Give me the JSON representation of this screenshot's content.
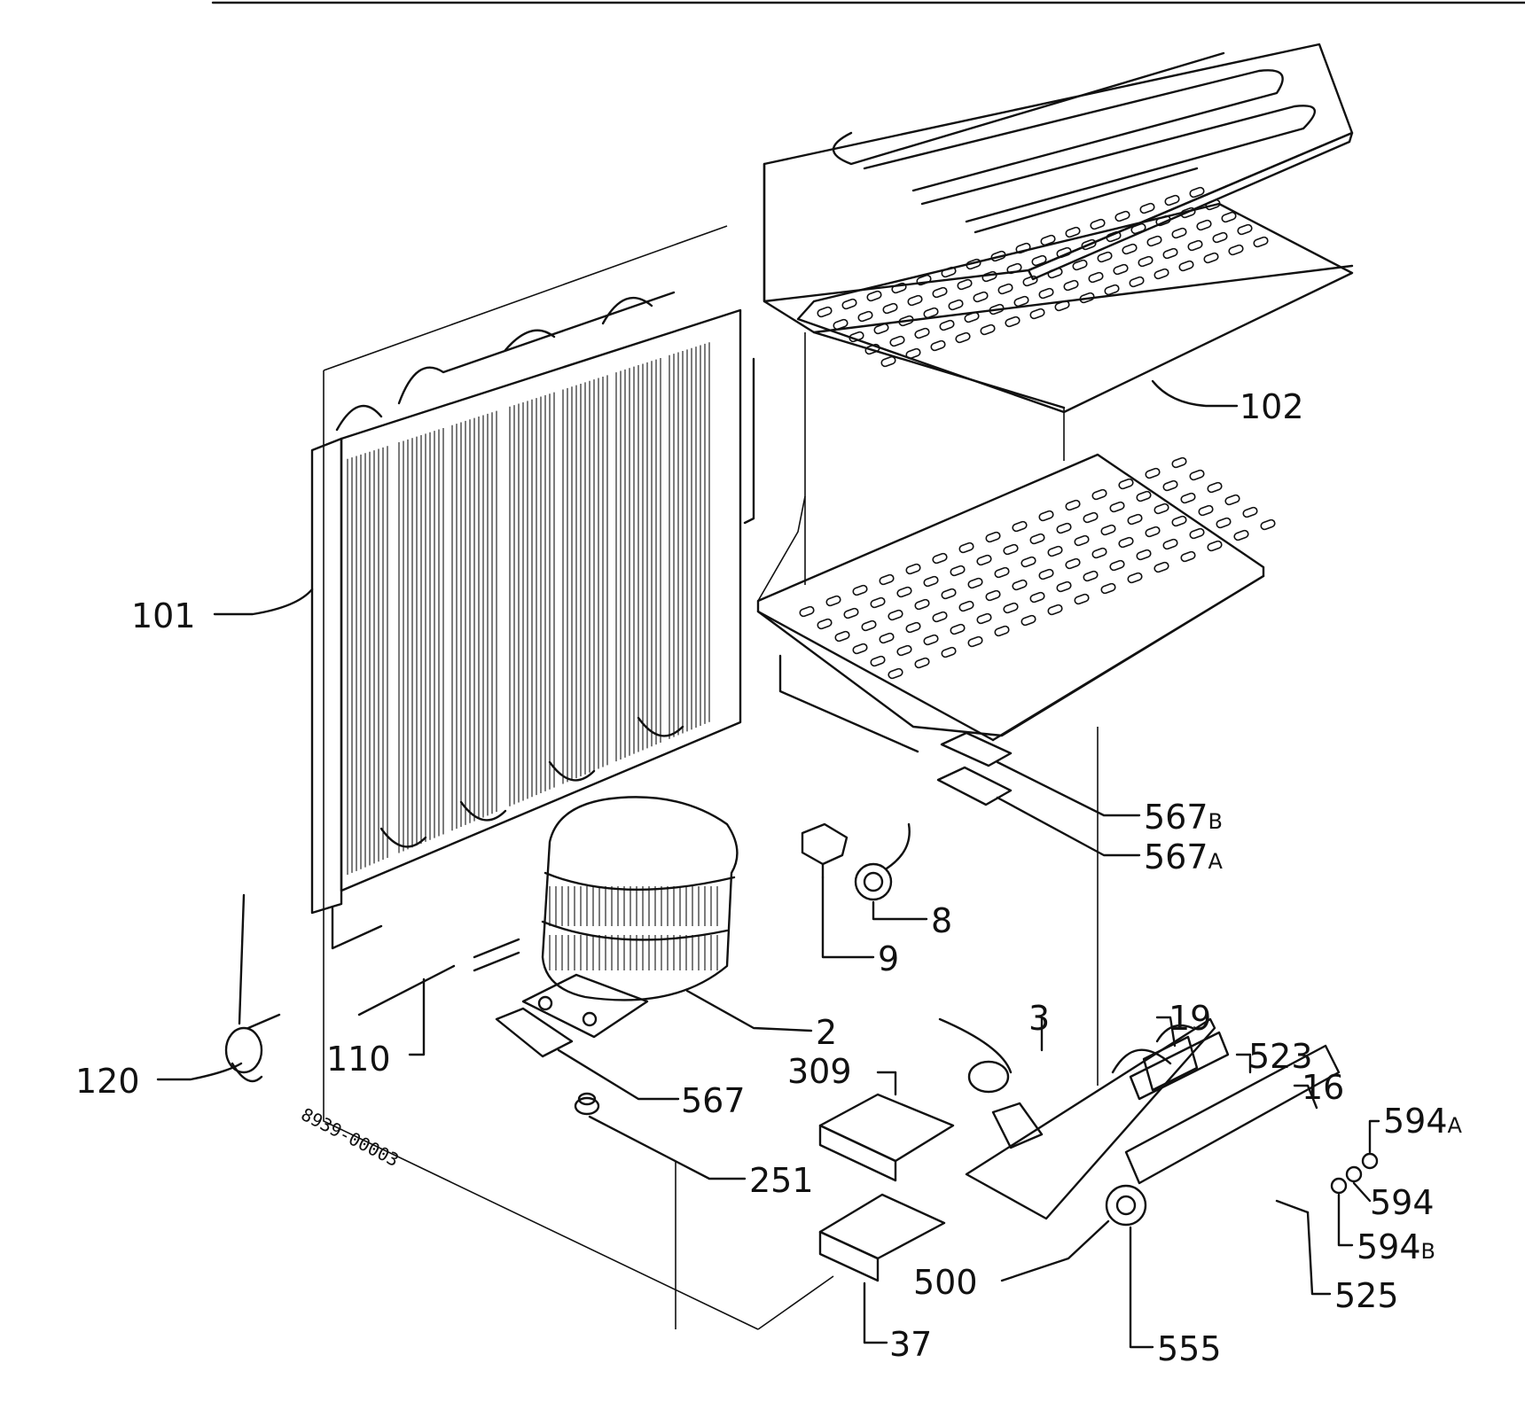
{
  "drawing": {
    "code": "8939-00003",
    "parts": [
      {
        "number": "101",
        "suffix": ""
      },
      {
        "number": "102",
        "suffix": ""
      },
      {
        "number": "110",
        "suffix": ""
      },
      {
        "number": "120",
        "suffix": ""
      },
      {
        "number": "2",
        "suffix": ""
      },
      {
        "number": "567",
        "suffix": ""
      },
      {
        "number": "251",
        "suffix": ""
      },
      {
        "number": "309",
        "suffix": ""
      },
      {
        "number": "37",
        "suffix": ""
      },
      {
        "number": "9",
        "suffix": ""
      },
      {
        "number": "8",
        "suffix": ""
      },
      {
        "number": "567",
        "suffix": "B"
      },
      {
        "number": "567",
        "suffix": "A"
      },
      {
        "number": "3",
        "suffix": ""
      },
      {
        "number": "19",
        "suffix": ""
      },
      {
        "number": "523",
        "suffix": ""
      },
      {
        "number": "16",
        "suffix": ""
      },
      {
        "number": "594",
        "suffix": "A"
      },
      {
        "number": "594",
        "suffix": ""
      },
      {
        "number": "594",
        "suffix": "B"
      },
      {
        "number": "525",
        "suffix": ""
      },
      {
        "number": "500",
        "suffix": ""
      },
      {
        "number": "555",
        "suffix": ""
      }
    ]
  }
}
